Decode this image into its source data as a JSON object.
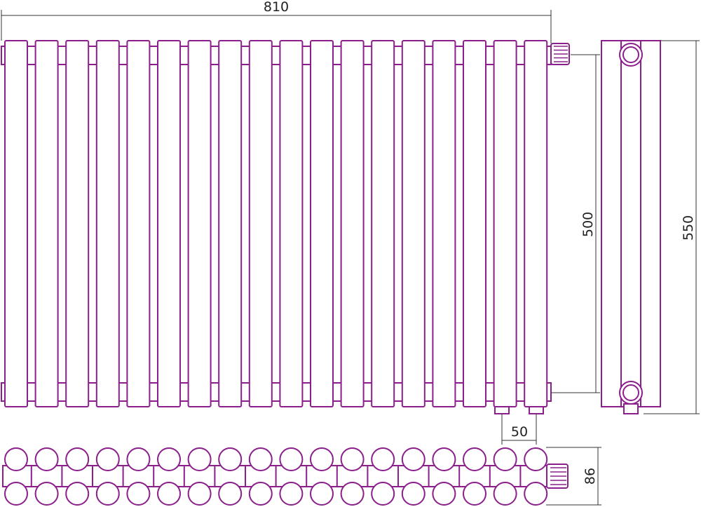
{
  "colors": {
    "outline": "#8b1f8c",
    "dimension": "#333333",
    "background": "#ffffff"
  },
  "radiator": {
    "section_count": 18,
    "view_labels": [
      "front-view",
      "side-view",
      "top-view"
    ]
  },
  "dimensions": {
    "overall_width": "810",
    "overall_height": "550",
    "center_distance": "500",
    "connection_spacing": "50",
    "depth": "86"
  }
}
